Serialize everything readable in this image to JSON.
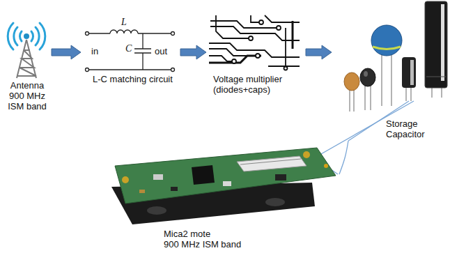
{
  "diagram": {
    "nodes": [
      {
        "text": [
          "Antenna",
          "900 MHz ISM band"
        ]
      },
      {
        "text": [
          "L-C matching circuit"
        ]
      },
      {
        "text": [
          "Voltage multiplier",
          "(diodes+caps)"
        ]
      },
      {
        "text": [
          "Storage Capacitor"
        ]
      },
      {
        "text": [
          "Mica2 mote",
          "900 MHz ISM band"
        ]
      }
    ],
    "edges": [
      {
        "from": 0,
        "to": 1,
        "arrow": "to"
      },
      {
        "from": 1,
        "to": 2,
        "arrow": "to"
      },
      {
        "from": 2,
        "to": 3,
        "arrow": "to"
      },
      {
        "from": 3,
        "to": 4,
        "arrow": "none"
      }
    ],
    "labels": [
      "L",
      "C",
      "in",
      "out"
    ]
  }
}
